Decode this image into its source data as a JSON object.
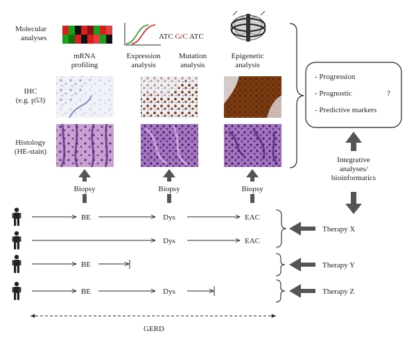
{
  "analysis_row": {
    "title_line1": "Molecular",
    "title_line2": "analyses",
    "mrna_line1": "mRNA",
    "mrna_line2": "profiling",
    "expr_line1": "Expression",
    "expr_line2": "analysis",
    "mut_line1": "Mutation",
    "mut_line2": "analysis",
    "epi_line1": "Epigenetic",
    "epi_line2": "analysis",
    "seq_left": "ATC ",
    "seq_mid_a": "G",
    "seq_slash": "/",
    "seq_mid_b": "C",
    "seq_right": " ATC"
  },
  "rows": {
    "ihc_line1": "IHC",
    "ihc_line2": "(e.g. p53)",
    "histo_line1": "Histology",
    "histo_line2": "(HE-stain)"
  },
  "outcomes": {
    "item1": "- Progression",
    "item2": "- Prognostic",
    "question": "?",
    "item3": "- Predictive markers"
  },
  "integrative": {
    "line1": "Integrative",
    "line2": "analyses/",
    "line3": "bioinformatics"
  },
  "biopsy_label": "Biopsy",
  "stages": {
    "be": "BE",
    "dys": "Dys",
    "eac": "EAC"
  },
  "therapies": {
    "x": "Therapy X",
    "y": "Therapy Y",
    "z": "Therapy Z"
  },
  "gerd_label": "GERD",
  "colors": {
    "ink": "#222222",
    "arrow_gray": "#555555",
    "mutation_red": "#e02020",
    "curve_green": "#33aa33",
    "curve_red": "#dd3333",
    "heatmap_red": "#d62020",
    "heatmap_green": "#1aa01a",
    "heatmap_dark": "#111111",
    "he_purple": "#6a3d9a",
    "he_pink": "#c9a0d0",
    "ihc_brown": "#7a3b12",
    "ihc_blue": "#8fa2cc"
  }
}
